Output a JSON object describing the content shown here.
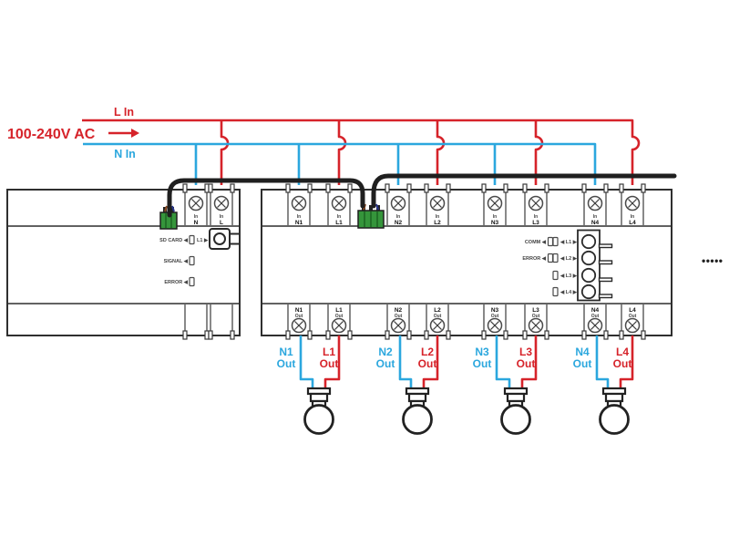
{
  "colors": {
    "live_red": "#D6232A",
    "neutral_blue": "#2BA7DE",
    "bus_black": "#1F1F1F",
    "connector_green": "#35953B",
    "outline_dark": "#2F2F2F"
  },
  "icons": {
    "screw_terminal": "phillips-screw",
    "sd_slot": "sd-card-slot",
    "bus_connector": "green-terminal-block",
    "lamp": "light-bulb",
    "continuation": "ellipsis-dots"
  },
  "power_input": {
    "live_label": "L In",
    "voltage_label": "100-240V AC",
    "neutral_label": "N In"
  },
  "gateway_module": {
    "top_terminals": [
      {
        "line1": "In",
        "line2": "N"
      },
      {
        "line1": "In",
        "line2": "L"
      }
    ],
    "indicators": [
      {
        "label": "SD CARD ◀"
      },
      {
        "label": "SIGNAL ◀"
      },
      {
        "label": "ERROR ◀"
      }
    ],
    "sd_slot_label": "L1 ▶"
  },
  "relay_module": {
    "top_terminals": [
      {
        "line1": "In",
        "line2": "N1"
      },
      {
        "line1": "In",
        "line2": "L1"
      },
      {
        "line1": "In",
        "line2": "N2"
      },
      {
        "line1": "In",
        "line2": "L2"
      },
      {
        "line1": "In",
        "line2": "N3"
      },
      {
        "line1": "In",
        "line2": "L3"
      },
      {
        "line1": "In",
        "line2": "N4"
      },
      {
        "line1": "In",
        "line2": "L4"
      }
    ],
    "bottom_terminals": [
      {
        "line1": "N1",
        "line2": "Out"
      },
      {
        "line1": "L1",
        "line2": "Out"
      },
      {
        "line1": "N2",
        "line2": "Out"
      },
      {
        "line1": "L2",
        "line2": "Out"
      },
      {
        "line1": "N3",
        "line2": "Out"
      },
      {
        "line1": "L3",
        "line2": "Out"
      },
      {
        "line1": "N4",
        "line2": "Out"
      },
      {
        "line1": "L4",
        "line2": "Out"
      }
    ],
    "status_indicators": [
      {
        "label": "COMM ◀"
      },
      {
        "label": "ERROR ◀"
      }
    ],
    "channel_buttons": [
      {
        "label": "◀ L1 ▶"
      },
      {
        "label": "◀ L2 ▶"
      },
      {
        "label": "◀ L3 ▶"
      },
      {
        "label": "◀ L4 ▶"
      }
    ],
    "continuation_dots": "•••••"
  },
  "outputs": [
    {
      "n_line1": "N1",
      "n_line2": "Out",
      "l_line1": "L1",
      "l_line2": "Out"
    },
    {
      "n_line1": "N2",
      "n_line2": "Out",
      "l_line1": "L2",
      "l_line2": "Out"
    },
    {
      "n_line1": "N3",
      "n_line2": "Out",
      "l_line1": "L3",
      "l_line2": "Out"
    },
    {
      "n_line1": "N4",
      "n_line2": "Out",
      "l_line1": "L4",
      "l_line2": "Out"
    }
  ]
}
